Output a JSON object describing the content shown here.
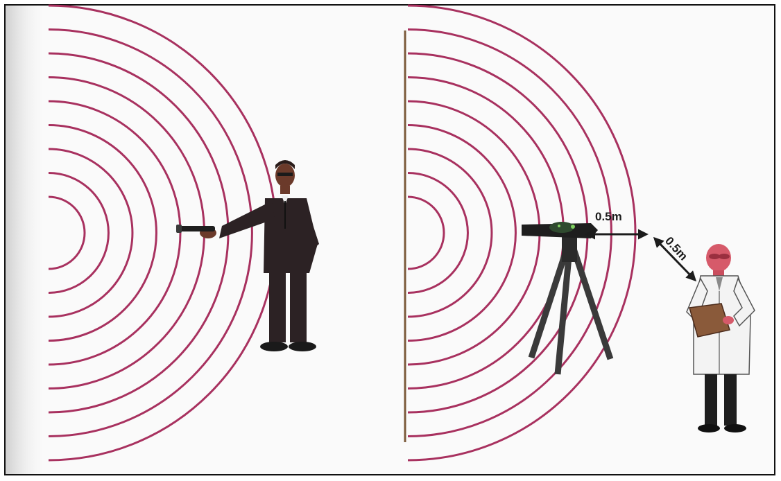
{
  "figure": {
    "labels": {
      "horizontal_distance": "0.5m",
      "diagonal_distance": "0.5m"
    },
    "colors": {
      "wave": "#a8315f",
      "wall": "#7b5a3a",
      "suit": "#2c2224",
      "arrow": "#1c1c1c",
      "coat": "#f3f3f3"
    },
    "wave_rings_per_source": 9
  }
}
